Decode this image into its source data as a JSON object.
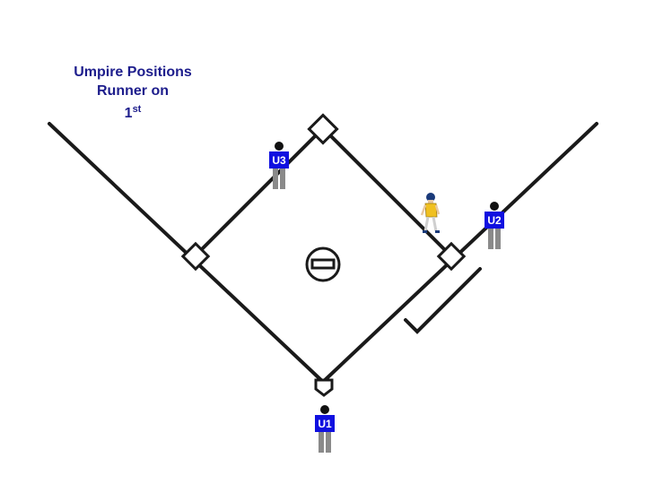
{
  "title": {
    "line1": "Umpire Positions",
    "line2": "Runner on",
    "line3_main": "1",
    "line3_sup": "st"
  },
  "umpires": [
    {
      "id": "u1",
      "label": "U1",
      "shirt_color": "#1010e0",
      "pants_color": "#8a8a8a"
    },
    {
      "id": "u2",
      "label": "U2",
      "shirt_color": "#1010e0",
      "pants_color": "#8a8a8a"
    },
    {
      "id": "u3",
      "label": "U3",
      "shirt_color": "#1010e0",
      "pants_color": "#8a8a8a"
    }
  ],
  "runner": {
    "jersey_color": "#f0c020",
    "helmet_color": "#1a3a7a"
  },
  "field": {
    "line_color": "#1a1a1a"
  }
}
